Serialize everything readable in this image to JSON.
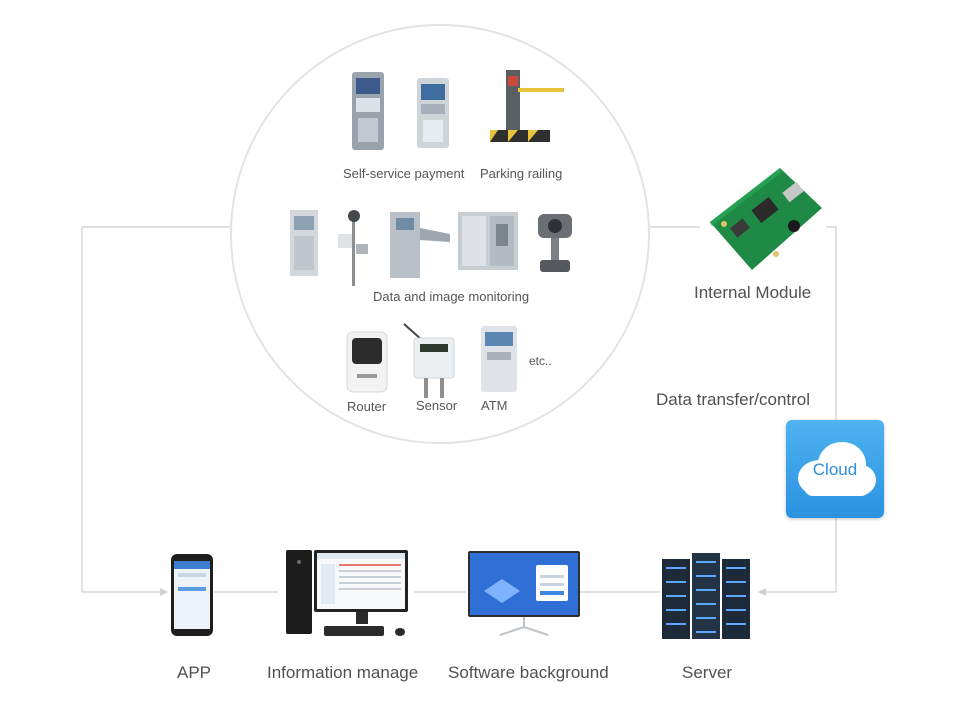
{
  "devices": {
    "self_service_payment": "Self-service payment",
    "parking_railing": "Parking railing",
    "data_image_monitoring": "Data and image monitoring",
    "router": "Router",
    "sensor": "Sensor",
    "atm": "ATM",
    "etc": "etc.."
  },
  "right": {
    "internal_module": "Internal Module",
    "data_transfer": "Data transfer/control",
    "cloud": "Cloud"
  },
  "bottom": {
    "app": "APP",
    "info_manage": "Information manage",
    "software_background": "Software background",
    "server": "Server"
  },
  "colors": {
    "line": "#cfcfcf",
    "cloud_tile": "#2f97e4",
    "pcb": "#1f8a45"
  }
}
